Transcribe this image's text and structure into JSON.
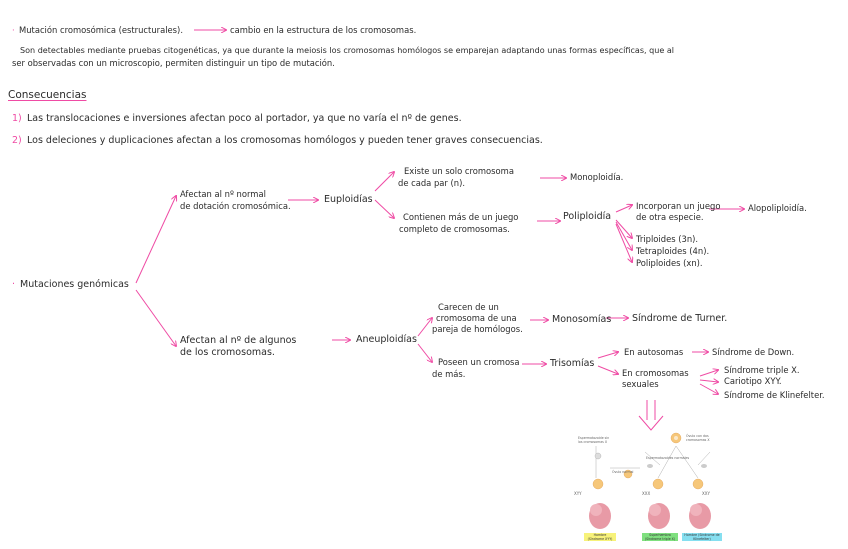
{
  "intro": {
    "bullet": "·",
    "heading": "Mutación cromosómica (estructurales).",
    "heading_result": "cambio en la estructura de los cromosomas.",
    "para_line1": "Son detectables mediante pruebas citogenéticas, ya que durante la meiosis los cromosomas homólogos se emparejan adaptando unas formas específicas, que al",
    "para_line2": "ser observadas con un microscopio, permiten distinguir un tipo de mutación."
  },
  "consequences": {
    "title": "Consecuencias",
    "items": [
      {
        "num": "1)",
        "text": "Las translocaciones e inversiones afectan poco al portador, ya que no varía el nº de genes."
      },
      {
        "num": "2)",
        "text": "Los deleciones y duplicaciones afectan a los cromosomas homólogos y pueden tener graves consecuencias."
      }
    ]
  },
  "tree": {
    "root": "Mutaciones genómicas",
    "branch_normal": {
      "label_l1": "Afectan al nº normal",
      "label_l2": "de dotación cromosómica.",
      "type": "Euploidías",
      "single_l1": "Existe un solo cromosoma",
      "single_l2": "de cada par (n).",
      "single_result": "Monoploidía.",
      "multi_l1": "Contienen más de un juego",
      "multi_l2": "completo de cromosomas.",
      "multi_result": "Poliploidía",
      "allo_l1": "Incorporan un juego",
      "allo_l2": "de otra especie.",
      "allo_result": "Alopoliploidía.",
      "ploids": [
        "Triploides (3n).",
        "Tetraploides (4n).",
        "Poliploides (xn)."
      ]
    },
    "branch_some": {
      "label_l1": "Afectan al nº de algunos",
      "label_l2": "de los cromosomas.",
      "type": "Aneuploidías",
      "lack_l1": "Carecen de un",
      "lack_l2": "cromosoma de una",
      "lack_l3": "pareja de homólogos.",
      "mono": "Monosomías",
      "mono_result": "Síndrome de Turner.",
      "extra_l1": "Poseen un cromosa",
      "extra_l2": "de más.",
      "tri": "Trisomías",
      "auto": "En autosomas",
      "auto_result": "Síndrome de Down.",
      "sex_l1": "En cromosomas",
      "sex_l2": "sexuales",
      "sex_results": [
        "Síndrome triple X.",
        "Cariotipo XYY.",
        "Síndrome de Klinefelter."
      ]
    }
  },
  "figure": {
    "label_left_top": "Espermatozoide sin",
    "label_left_bot": "los cromosomas X",
    "label_right_top": "Óvulo con dos",
    "label_right_bot": "cromosomas X",
    "label_normal_ovum": "Óvulo normal",
    "label_normal_sperm": "Espermatozoides normales",
    "karyo_left": "XYY",
    "karyo_mid": "XXX",
    "karyo_right": "XXY",
    "caption_left": "Hombre (Síndrome XYY)",
    "caption_mid": "Superhembra (Síndrome triple X)",
    "caption_right": "Hombre (Síndrome de Klinefelter)",
    "colors": {
      "yellow": "#f7f27a",
      "green": "#7fe07f",
      "cyan": "#86dff0",
      "egg": "#f6c77a",
      "embryo": "#e89aa6"
    }
  },
  "colors": {
    "accent": "#ef4ba4",
    "text": "#2b2b2b"
  }
}
